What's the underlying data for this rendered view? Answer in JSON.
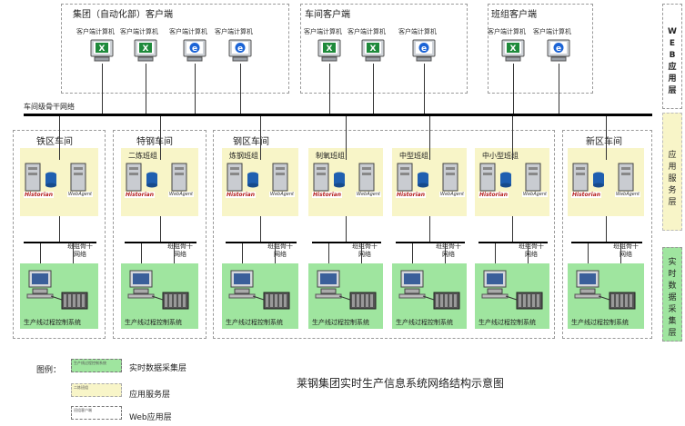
{
  "colors": {
    "app_layer": "#f8f5c8",
    "rt_layer": "#9fe59f",
    "excel": "#1e8a3b",
    "ie": "#1b64d6"
  },
  "client_groups": [
    {
      "label": "集团（自动化部）客户端",
      "clients": [
        {
          "label": "客户端计算机",
          "icon": "excel-icon"
        },
        {
          "label": "客户端计算机",
          "icon": "excel-icon"
        },
        {
          "label": "客户端计算机",
          "icon": "ie-icon"
        },
        {
          "label": "客户端计算机",
          "icon": "ie-icon"
        }
      ]
    },
    {
      "label": "车间客户端",
      "clients": [
        {
          "label": "客户端计算机",
          "icon": "excel-icon"
        },
        {
          "label": "客户端计算机",
          "icon": "excel-icon"
        },
        {
          "label": "客户端计算机",
          "icon": "ie-icon"
        }
      ]
    },
    {
      "label": "班组客户端",
      "clients": [
        {
          "label": "客户端计算机",
          "icon": "excel-icon"
        },
        {
          "label": "客户端计算机",
          "icon": "ie-icon"
        }
      ]
    }
  ],
  "backbone_label": "车间级骨干网络",
  "plants": [
    {
      "title": "铁区车间",
      "teams": [
        {
          "label": "",
          "lan_line1": "班组骨干",
          "lan_line2": "网络"
        }
      ]
    },
    {
      "title": "特钢车间",
      "teams": [
        {
          "label": "二炼班组",
          "lan_line1": "班组骨干",
          "lan_line2": "网络"
        }
      ]
    },
    {
      "title": "钢区车间",
      "teams": [
        {
          "label": "炼钢班组",
          "lan_line1": "班组骨干",
          "lan_line2": "网络"
        },
        {
          "label": "制氧班组",
          "lan_line1": "班组骨干",
          "lan_line2": "网络"
        },
        {
          "label": "中型班组",
          "lan_line1": "班组骨干",
          "lan_line2": "网络"
        },
        {
          "label": "中小型班组",
          "lan_line1": "班组骨干",
          "lan_line2": "网络"
        }
      ]
    },
    {
      "title": "新区车间",
      "teams": [
        {
          "label": "",
          "lan_line1": "班组骨干",
          "lan_line2": "网络"
        }
      ]
    }
  ],
  "server_text": {
    "historian": "Historian",
    "webagent": "WebAgent"
  },
  "system_label": "生产线过程控制系统",
  "layers": [
    {
      "label": "WEB应用层"
    },
    {
      "label": "应用服务层"
    },
    {
      "label": "实时数据采集层"
    }
  ],
  "legend": {
    "title": "图例：",
    "items": [
      {
        "label": "实时数据采集层",
        "swatch_text": "生产线过程控制系统",
        "style": "rt"
      },
      {
        "label": "应用服务层",
        "swatch_text": "二炼班组",
        "style": "app"
      },
      {
        "label": "Web应用层",
        "swatch_text": "班组客户端",
        "style": "web"
      }
    ]
  },
  "caption": "莱钢集团实时生产信息系统网络结构示意图"
}
